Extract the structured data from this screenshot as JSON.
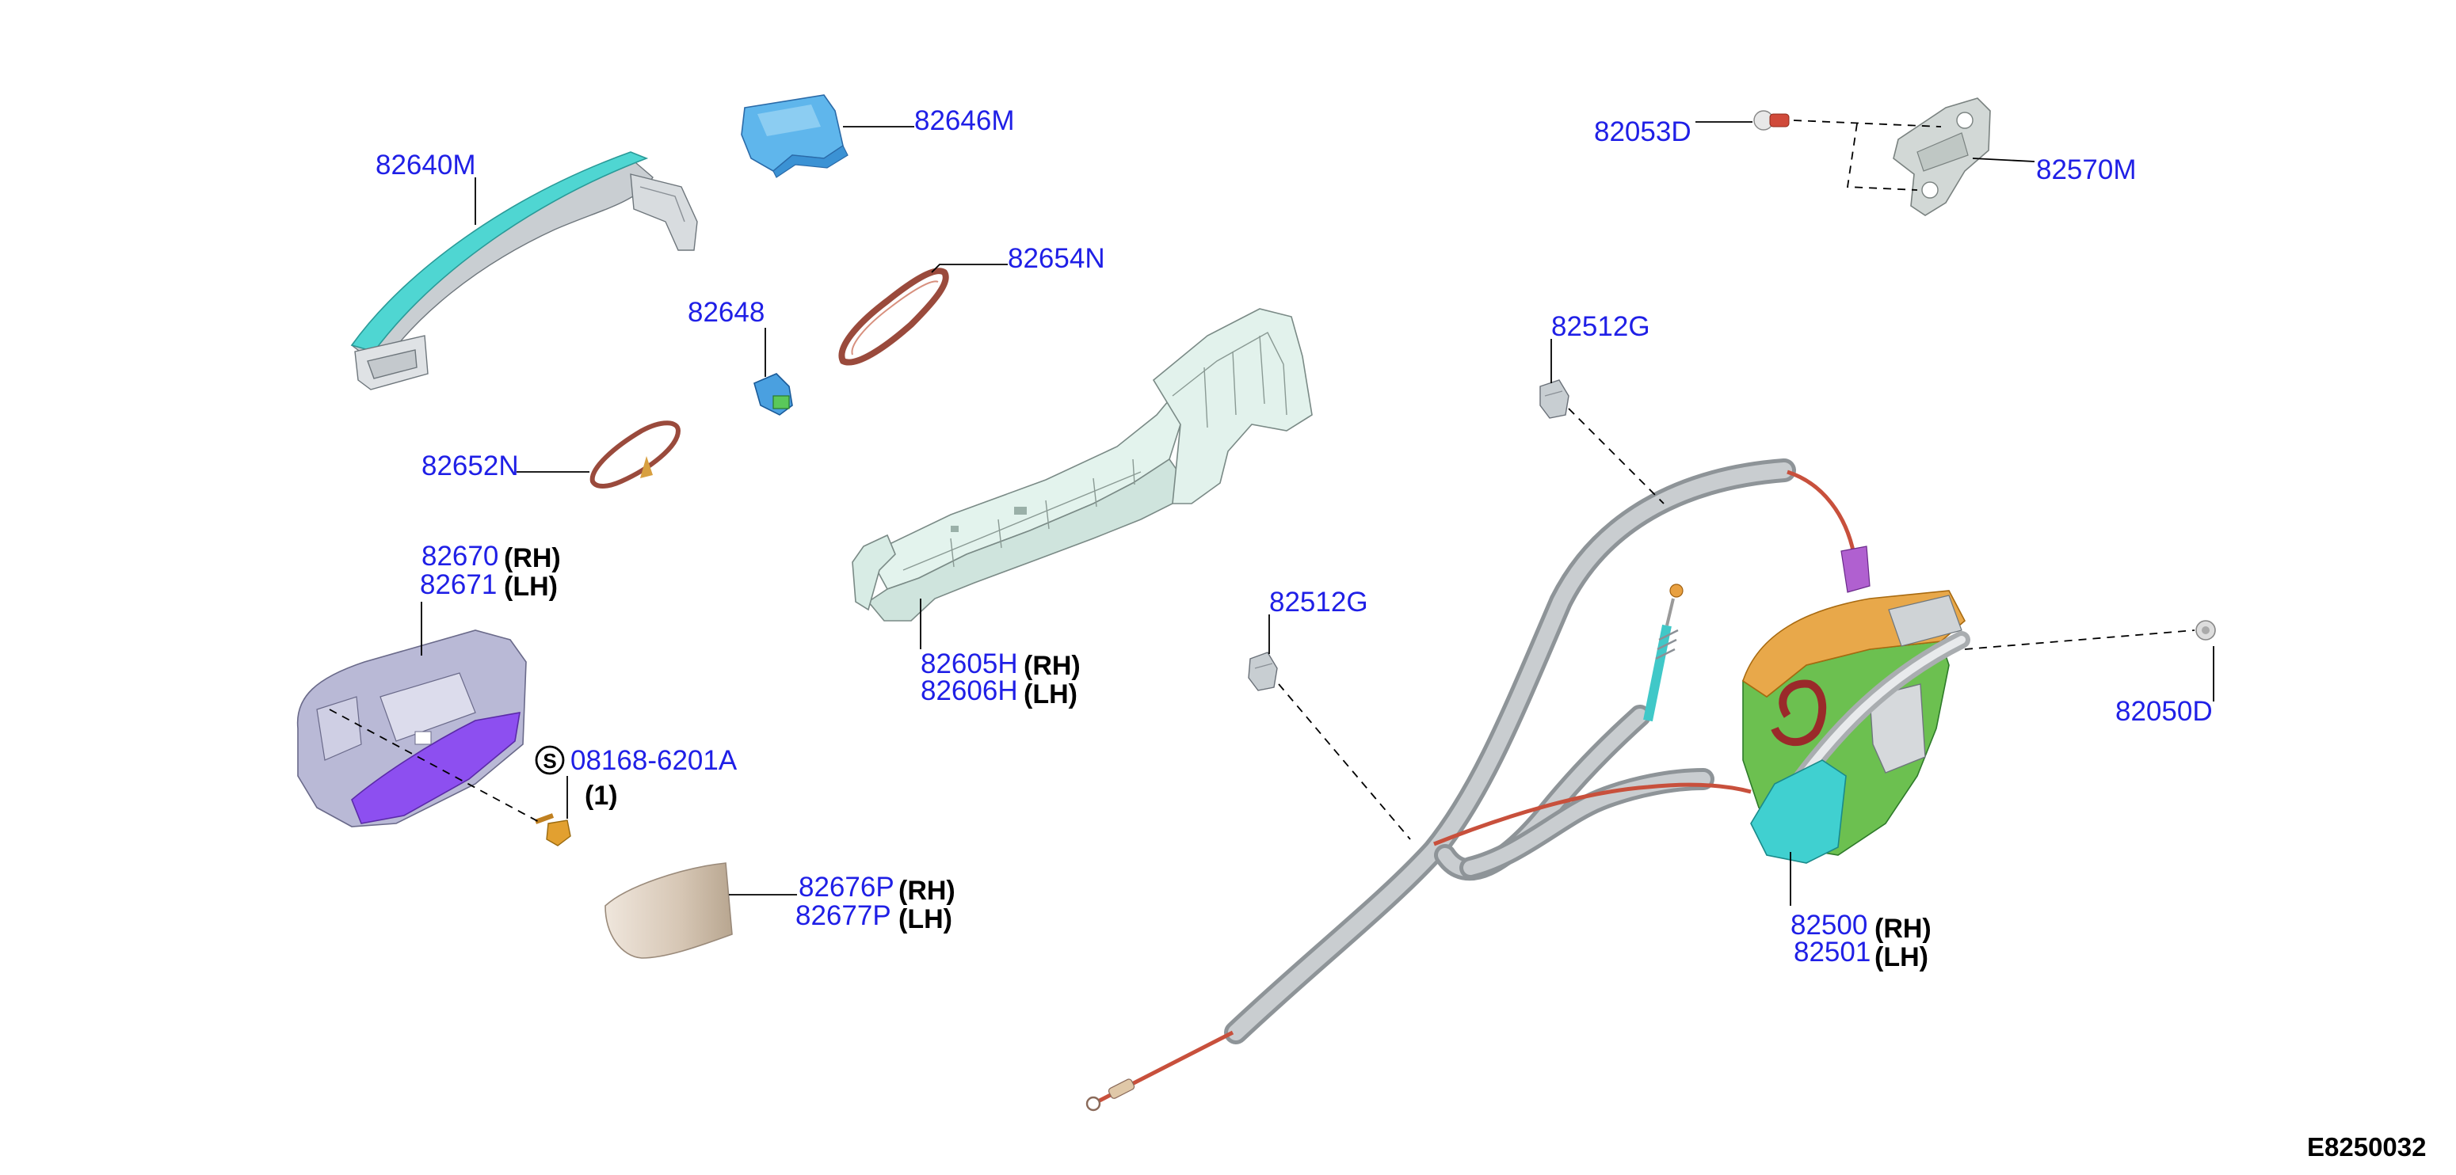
{
  "diagram_code": "E8250032",
  "colors": {
    "callout_text": "#1f1fe6",
    "side_text": "#000000",
    "leader_line": "#000000"
  },
  "callouts": [
    {
      "part": "82640M"
    },
    {
      "part": "82646M"
    },
    {
      "part": "82654N"
    },
    {
      "part": "82648"
    },
    {
      "part": "82652N"
    },
    {
      "part": "82670",
      "side": "(RH)"
    },
    {
      "part": "82671",
      "side": "(LH)"
    },
    {
      "part": "82605H",
      "side": "(RH)"
    },
    {
      "part": "82606H",
      "side": "(LH)"
    },
    {
      "part": "82676P",
      "side": "(RH)"
    },
    {
      "part": "82677P",
      "side": "(LH)"
    },
    {
      "part": "82053D"
    },
    {
      "part": "82570M"
    },
    {
      "part": "82512G"
    },
    {
      "part": "82512G"
    },
    {
      "part": "82050D"
    },
    {
      "part": "82500",
      "side": "(RH)"
    },
    {
      "part": "82501",
      "side": "(LH)"
    }
  ],
  "fastener": {
    "symbol": "S",
    "part": "08168-6201A",
    "qty": "(1)"
  }
}
